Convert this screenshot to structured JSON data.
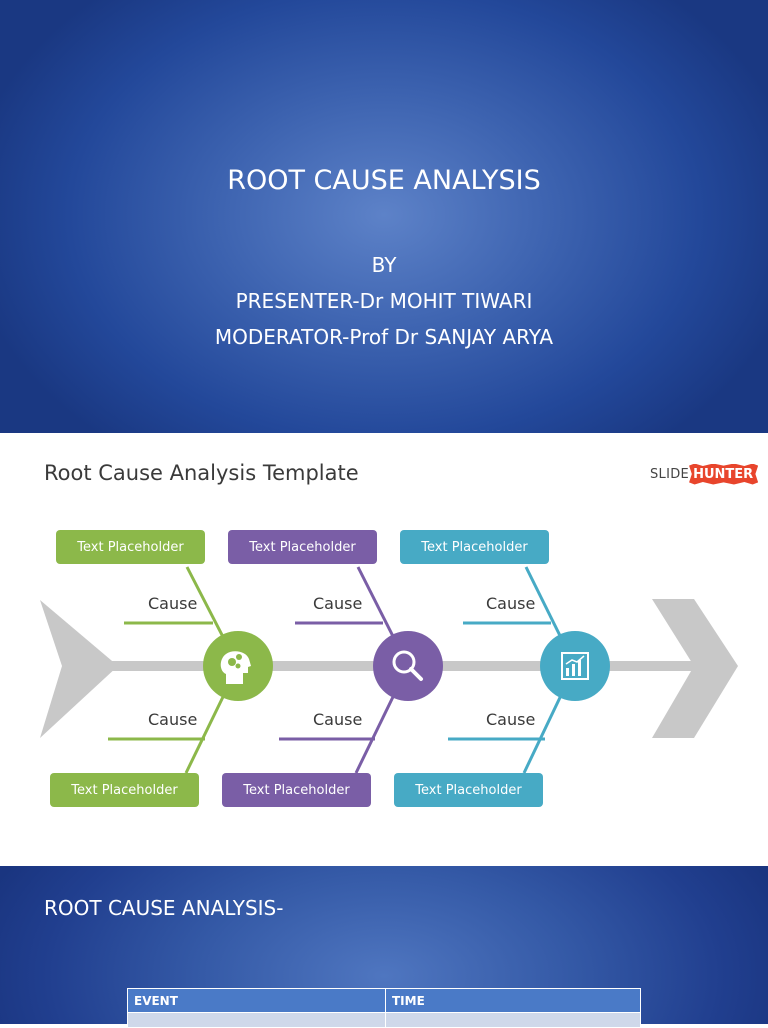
{
  "slide1": {
    "title": "ROOT CAUSE ANALYSIS",
    "by": "BY",
    "presenter": "PRESENTER-Dr MOHIT TIWARI",
    "moderator": "MODERATOR-Prof Dr SANJAY ARYA"
  },
  "slide2": {
    "title": "Root Cause Analysis Template",
    "logo": {
      "part1": "SLIDE",
      "part2": "HUNTER"
    },
    "placeholders_top": [
      "Text Placeholder",
      "Text Placeholder",
      "Text Placeholder"
    ],
    "placeholders_bottom": [
      "Text Placeholder",
      "Text Placeholder",
      "Text Placeholder"
    ],
    "causes_top": [
      "Cause",
      "Cause",
      "Cause"
    ],
    "causes_bottom": [
      "Cause",
      "Cause",
      "Cause"
    ],
    "nodes": [
      {
        "icon": "head-gears-icon",
        "color": "#8cb84a"
      },
      {
        "icon": "magnifier-icon",
        "color": "#7a5ea6"
      },
      {
        "icon": "bar-chart-icon",
        "color": "#47aac5"
      }
    ],
    "colors": {
      "green": "#8cb84a",
      "purple": "#7a5ea6",
      "teal": "#47aac5",
      "arrow": "#c8c8c8"
    }
  },
  "slide3": {
    "title": "ROOT CAUSE ANALYSIS-",
    "table": {
      "headers": [
        "EVENT",
        "TIME"
      ]
    }
  }
}
